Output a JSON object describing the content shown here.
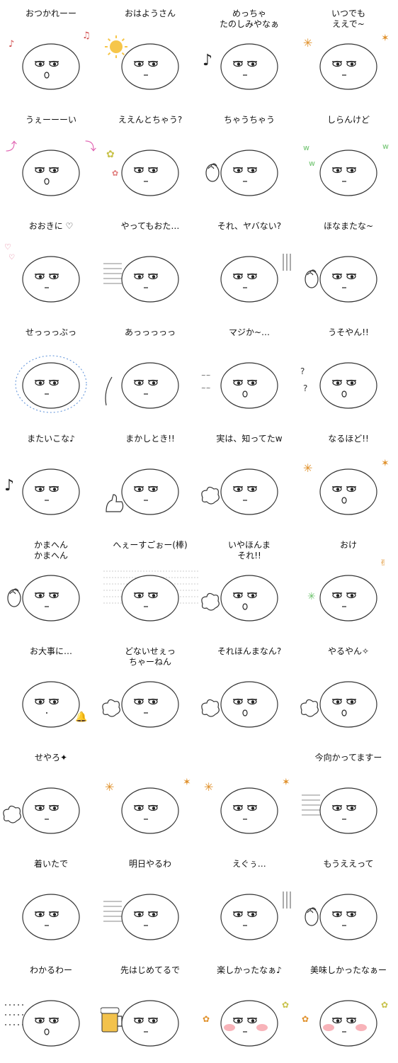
{
  "stickers": [
    {
      "caption": "おつかれーー",
      "deco": "notes",
      "mouth": "o"
    },
    {
      "caption": "おはようさん",
      "deco": "sun",
      "mouth": "line"
    },
    {
      "caption": "めっちゃ\nたのしみやなぁ",
      "deco": "note",
      "mouth": "line"
    },
    {
      "caption": "いつでも\nええで~",
      "deco": "sparkle",
      "mouth": "line"
    },
    {
      "caption": "うぇーーーい",
      "deco": "arrows",
      "mouth": "o"
    },
    {
      "caption": "ええんとちゃう?",
      "deco": "flowers",
      "mouth": "line"
    },
    {
      "caption": "ちゃうちゃう",
      "deco": "hand",
      "mouth": "line"
    },
    {
      "caption": "しらんけど",
      "deco": "w",
      "mouth": "line"
    },
    {
      "caption": "おおきに ♡",
      "deco": "hearts",
      "mouth": "line"
    },
    {
      "caption": "やってもおた…",
      "deco": "speed",
      "mouth": "line"
    },
    {
      "caption": "それ、ヤバない?",
      "deco": "sweat",
      "mouth": "line"
    },
    {
      "caption": "ほなまたな~",
      "deco": "hand",
      "mouth": "line"
    },
    {
      "caption": "せっっっぶっ",
      "deco": "burst",
      "mouth": "line"
    },
    {
      "caption": "あっっっっっ",
      "deco": "melt",
      "mouth": "line"
    },
    {
      "caption": "マジか~…",
      "deco": "whoa",
      "mouth": "o"
    },
    {
      "caption": "うそやん!!",
      "deco": "question",
      "mouth": "o"
    },
    {
      "caption": "またいこな♪",
      "deco": "note",
      "mouth": "line"
    },
    {
      "caption": "まかしとき!!",
      "deco": "thumb",
      "mouth": "line"
    },
    {
      "caption": "実は、知ってたw",
      "deco": "puff",
      "mouth": "line"
    },
    {
      "caption": "なるほど!!",
      "deco": "sparkle",
      "mouth": "o"
    },
    {
      "caption": "かまへん\nかまへん",
      "deco": "hand",
      "mouth": "line"
    },
    {
      "caption": "へぇーすごぉー(棒)",
      "deco": "textbg",
      "mouth": "line"
    },
    {
      "caption": "いやほんま\nそれ!!",
      "deco": "puff",
      "mouth": "o"
    },
    {
      "caption": "おけ",
      "deco": "ok",
      "mouth": "line"
    },
    {
      "caption": "お大事に…",
      "deco": "bow",
      "mouth": "dot"
    },
    {
      "caption": "どないせぇっ\nちゃーねん",
      "deco": "puff",
      "mouth": "line"
    },
    {
      "caption": "それほんまなん?",
      "deco": "puff",
      "mouth": "o"
    },
    {
      "caption": "やるやん✧",
      "deco": "puff",
      "mouth": "o"
    },
    {
      "caption": "せやろ✦",
      "deco": "puff",
      "mouth": "line"
    },
    {
      "caption": "",
      "deco": "sparkle",
      "mouth": "line"
    },
    {
      "caption": "",
      "deco": "sparkle",
      "mouth": "line"
    },
    {
      "caption": "今向かってますー",
      "deco": "speed",
      "mouth": "line"
    },
    {
      "caption": "着いたで",
      "deco": "none",
      "mouth": "line"
    },
    {
      "caption": "明日やるわ",
      "deco": "speed",
      "mouth": "line"
    },
    {
      "caption": "えぐぅ…",
      "deco": "sweat",
      "mouth": "line"
    },
    {
      "caption": "もうええって",
      "deco": "hand",
      "mouth": "line"
    },
    {
      "caption": "わかるわー",
      "deco": "dots",
      "mouth": "o"
    },
    {
      "caption": "先はじめてるで",
      "deco": "beer",
      "mouth": "line"
    },
    {
      "caption": "楽しかったなぁ♪",
      "deco": "blush",
      "mouth": "line"
    },
    {
      "caption": "美味しかったなぁー",
      "deco": "blush",
      "mouth": "line"
    }
  ]
}
